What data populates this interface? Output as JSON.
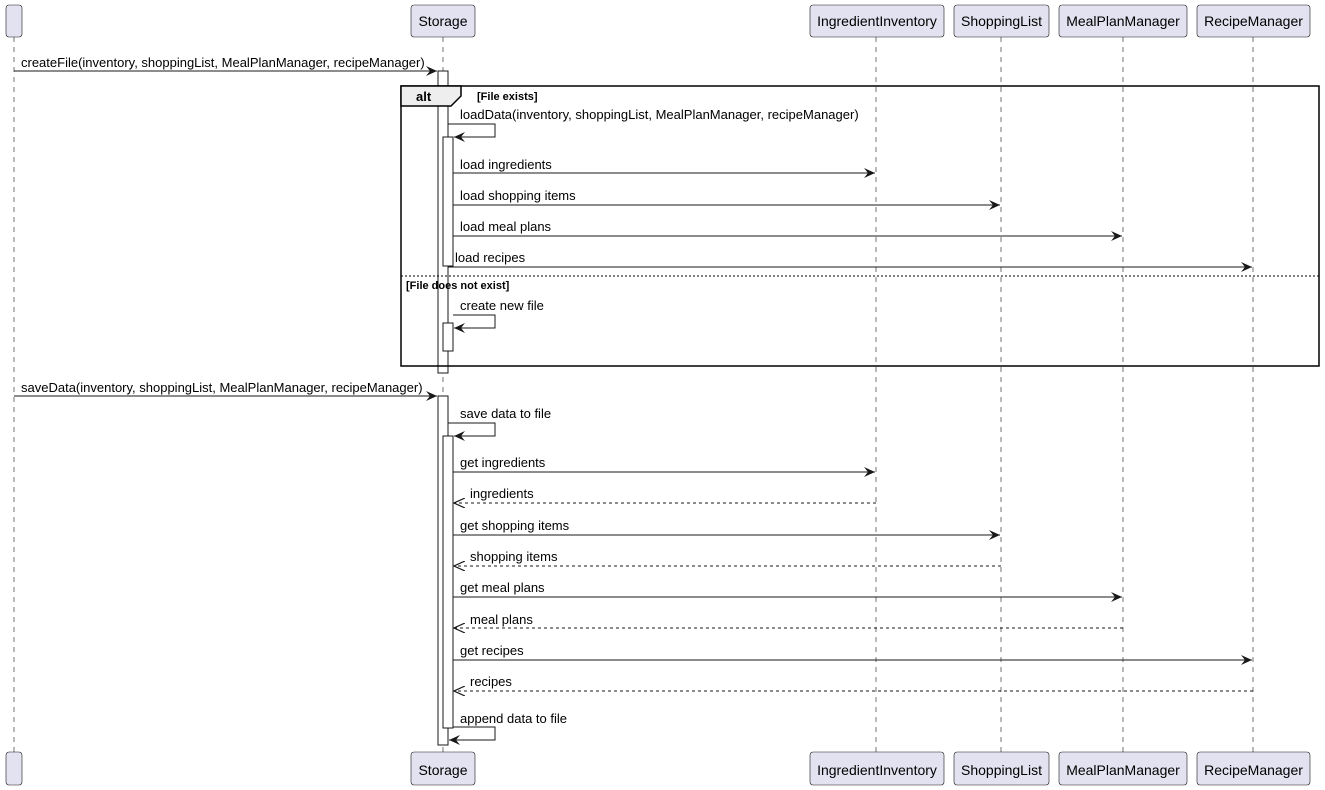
{
  "participants": [
    {
      "id": "caller",
      "label": ""
    },
    {
      "id": "storage",
      "label": "Storage"
    },
    {
      "id": "inventory",
      "label": "IngredientInventory"
    },
    {
      "id": "shopping",
      "label": "ShoppingList"
    },
    {
      "id": "mealplan",
      "label": "MealPlanManager"
    },
    {
      "id": "recipe",
      "label": "RecipeManager"
    }
  ],
  "fragment": {
    "operator": "alt",
    "guard1": "[File exists]",
    "guard2": "[File does not exist]"
  },
  "messages": {
    "create_file": "createFile(inventory, shoppingList, MealPlanManager, recipeManager)",
    "load_data": "loadData(inventory, shoppingList, MealPlanManager, recipeManager)",
    "load_ingredients": "load ingredients",
    "load_shopping": "load shopping items",
    "load_meal": "load meal plans",
    "load_recipes": "load recipes",
    "create_new_file": "create new file",
    "save_data": "saveData(inventory, shoppingList, MealPlanManager, recipeManager)",
    "save_to_file": "save data to file",
    "get_ingredients": "get ingredients",
    "ret_ingredients": "ingredients",
    "get_shopping": "get shopping items",
    "ret_shopping": "shopping items",
    "get_meal": "get meal plans",
    "ret_meal": "meal plans",
    "get_recipes": "get recipes",
    "ret_recipes": "recipes",
    "append": "append data to file"
  }
}
